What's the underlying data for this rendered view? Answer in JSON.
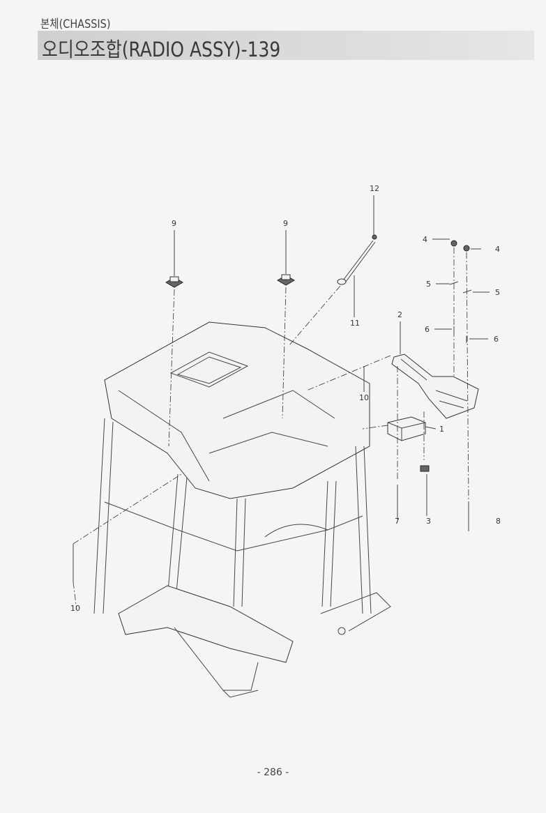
{
  "header": {
    "section": "본체(CHASSIS)",
    "title": "오디오조합(RADIO ASSY)-139"
  },
  "callouts": [
    "12",
    "9",
    "9",
    "4",
    "4",
    "5",
    "5",
    "11",
    "2",
    "6",
    "6",
    "10",
    "1",
    "7",
    "3",
    "8",
    "10"
  ],
  "footer": {
    "page_number": "- 286 -"
  }
}
